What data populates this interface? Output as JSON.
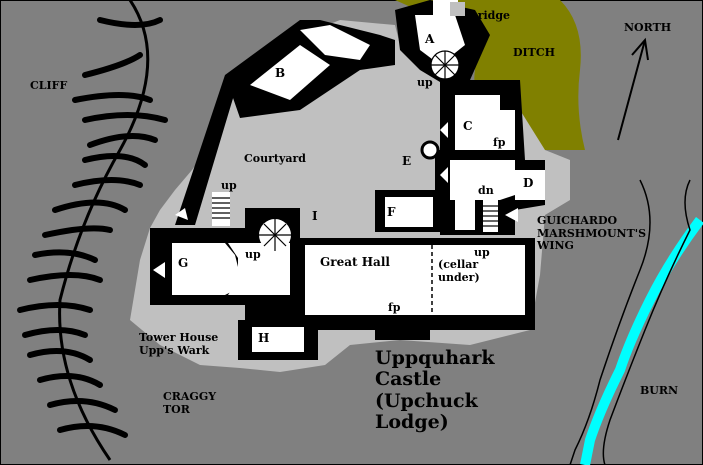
{
  "map": {
    "colors": {
      "ground": "#808080",
      "castle_grounds": "#c0c0c0",
      "walls": "#000000",
      "rooms": "#ffffff",
      "ditch": "#808000",
      "water": "#00ffff"
    },
    "labels": {
      "bridge": "bridge",
      "ditch": "DITCH",
      "north": "NORTH",
      "cliff": "CLIFF",
      "courtyard": "Courtyard",
      "room_a": "A",
      "room_b": "B",
      "room_c": "C",
      "room_d": "D",
      "room_e": "E",
      "room_f": "F",
      "room_g": "G",
      "room_h": "H",
      "room_i": "I",
      "up_gate": "up",
      "up_courtyard": "up",
      "up_g": "up",
      "up_right": "up",
      "fp_c": "fp",
      "fp_hall": "fp",
      "dn": "dn",
      "great_hall": "Great Hall",
      "cellar": "(cellar\nunder)",
      "guichardo": "GUICHARDO\nMARSHMOUNT'S\nWING",
      "tower_house": "Tower House\nUpp's Wark",
      "craggy_tor": "CRAGGY\nTOR",
      "burn": "BURN",
      "castle_name": "Uppquhark\nCastle\n(Upchuck\nLodge)"
    }
  }
}
